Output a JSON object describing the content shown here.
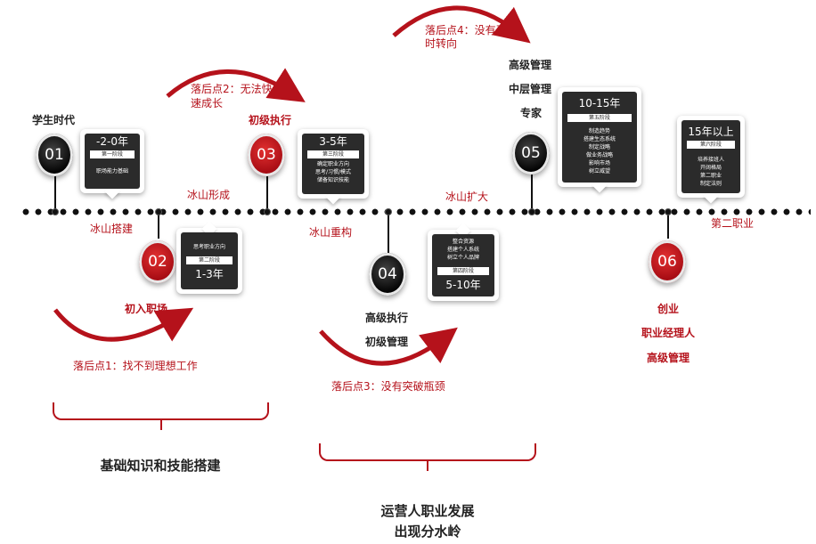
{
  "stages": [
    {
      "num": "01",
      "top_label": "学生时代",
      "card_header": "-2-0年",
      "card_sub": "第一阶段",
      "card_body": [
        "职场能力基础"
      ],
      "below_label": "冰山搭建"
    },
    {
      "num": "02",
      "card_header": "1-3年",
      "card_sub": "第二阶段",
      "card_body": [
        "思考职业方向"
      ],
      "below_label": "初入职场",
      "above_label": "冰山形成"
    },
    {
      "num": "03",
      "top_label": "初级执行",
      "card_header": "3-5年",
      "card_sub": "第三阶段",
      "card_body": [
        "确定职业方向",
        "思考/习惯/模式",
        "储备知识技能"
      ],
      "below_label": "冰山重构"
    },
    {
      "num": "04",
      "card_header": "5-10年",
      "card_sub": "第四阶段",
      "card_body": [
        "整合资源",
        "搭建个人系统",
        "树立个人品牌"
      ],
      "below_labels": [
        "高级执行",
        "初级管理"
      ],
      "above_label": "冰山扩大"
    },
    {
      "num": "05",
      "top_labels": [
        "高级管理",
        "中层管理",
        "专家"
      ],
      "card_header": "10-15年",
      "card_sub": "第五阶段",
      "card_body": [
        "制造趋势",
        "搭建生态系统",
        "制定战略",
        "做业务战略",
        "影响市场",
        "树立威望"
      ]
    },
    {
      "num": "06",
      "card_header": "15年以上",
      "card_sub": "第六阶段",
      "card_body": [
        "培养接班人",
        "开阔格局",
        "第二职业",
        "制定法则"
      ],
      "above_label": "第二职业",
      "below_labels": [
        "创业",
        "职业经理人",
        "高级管理"
      ]
    }
  ],
  "fallbacks": [
    {
      "line1": "落后点1：找不到理想工作"
    },
    {
      "line1": "落后点2：无法快",
      "line2": "速成长"
    },
    {
      "line1": "落后点3：没有突破瓶颈"
    },
    {
      "line1": "落后点4：没有及",
      "line2": "时转向"
    }
  ],
  "groups": [
    {
      "label": "基础知识和技能搭建"
    },
    {
      "line1": "运营人职业发展",
      "line2": "出现分水岭"
    }
  ],
  "colors": {
    "accent": "#b5121b",
    "dark": "#111111"
  }
}
